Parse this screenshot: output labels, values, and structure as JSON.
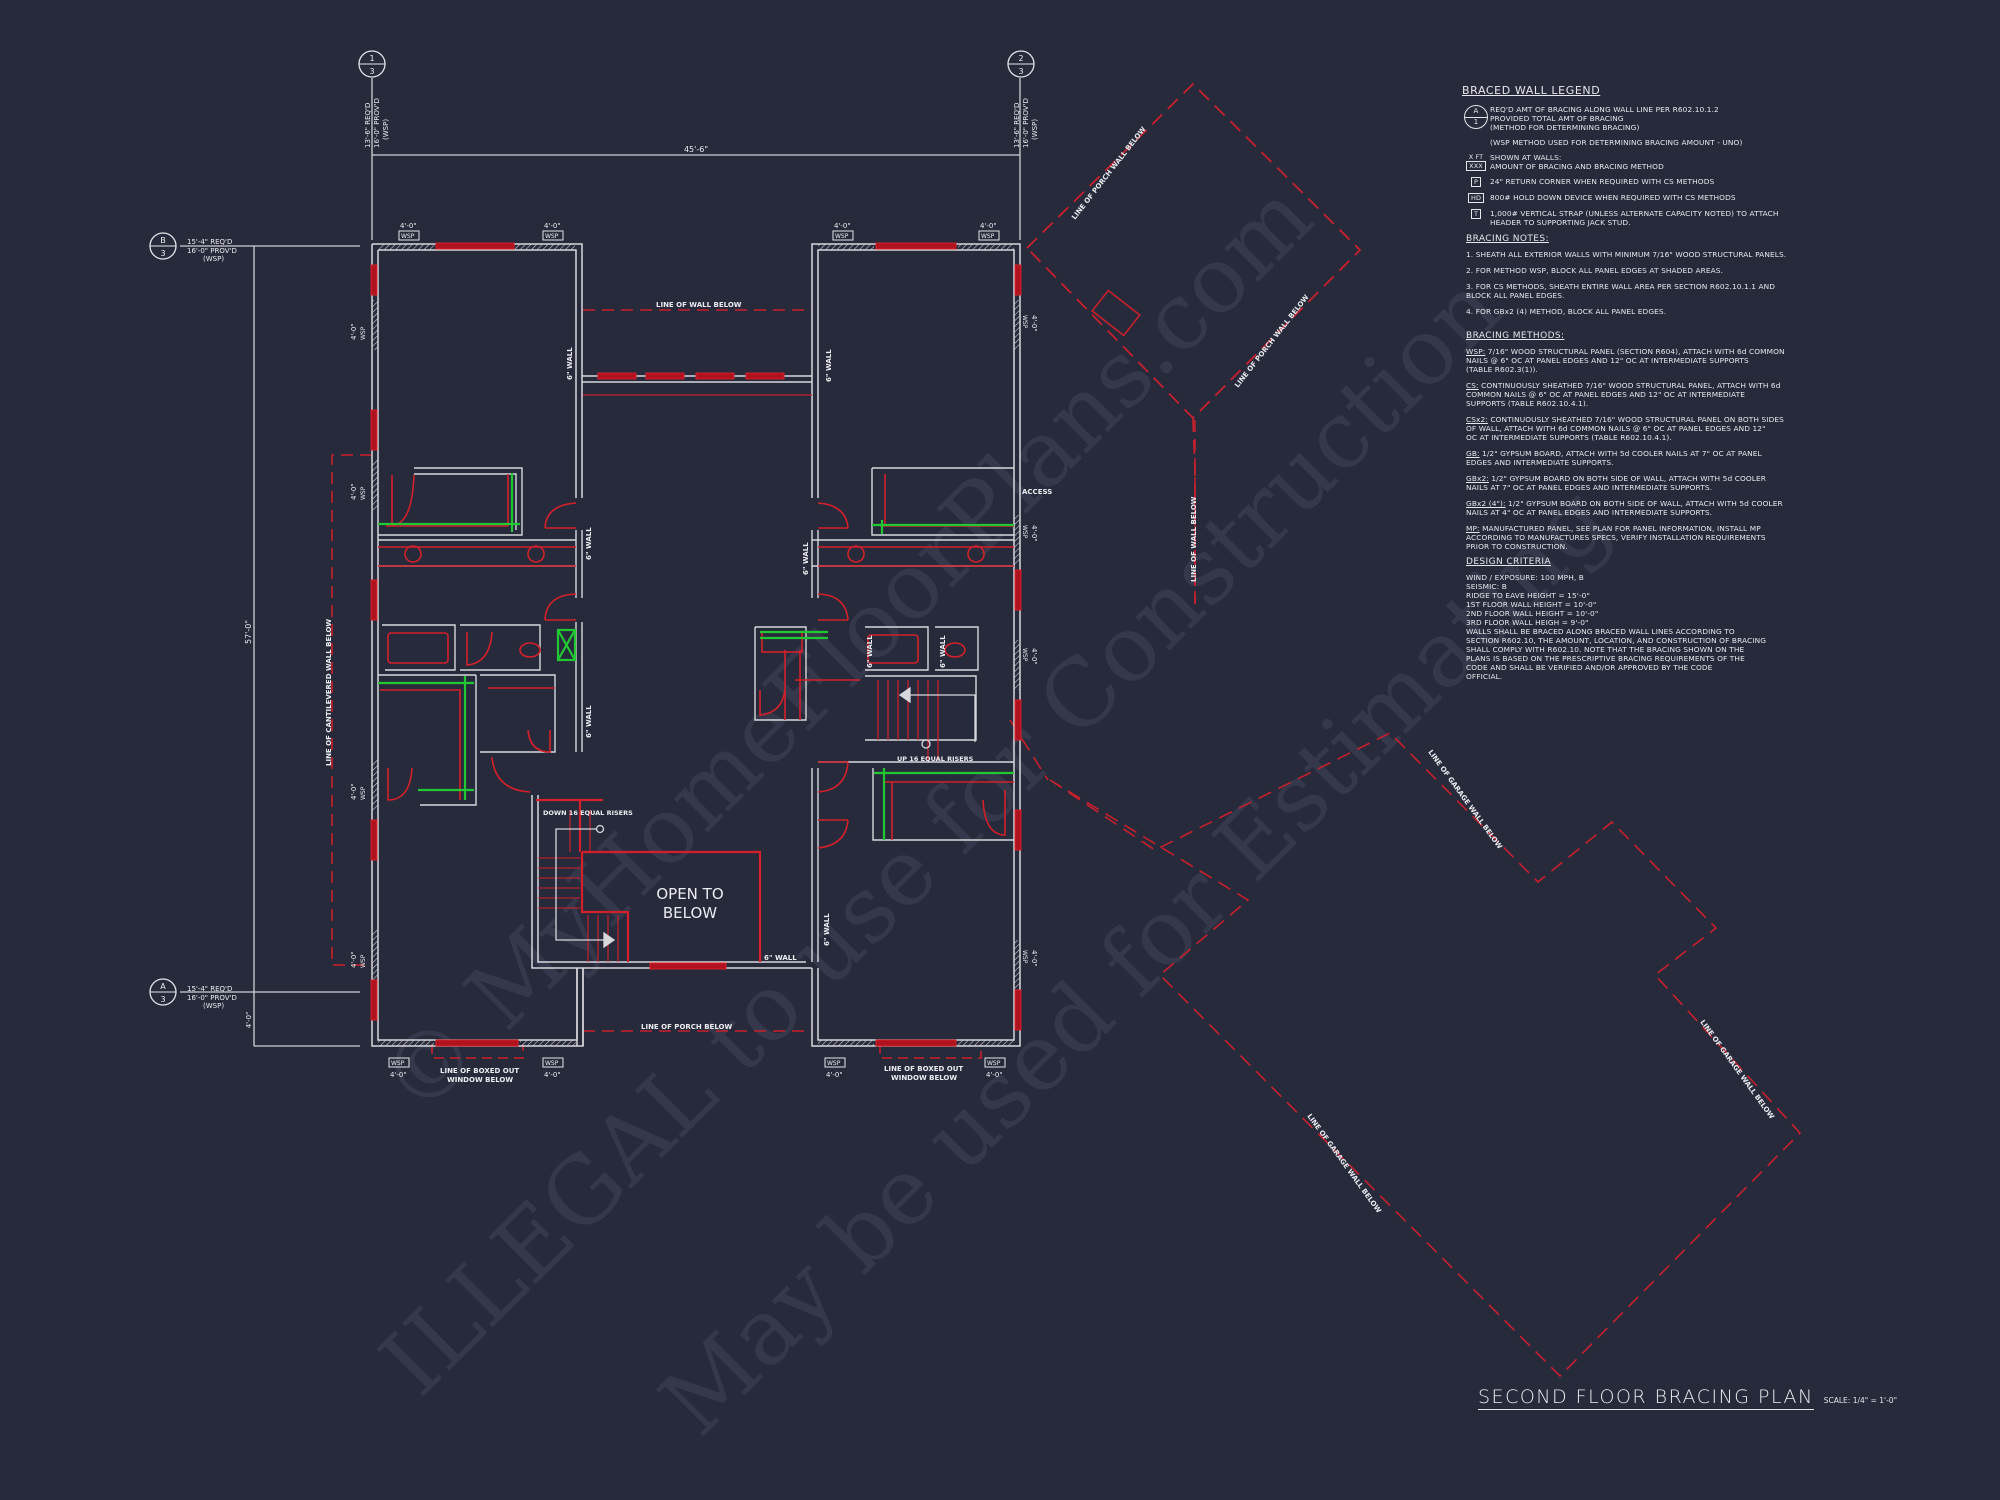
{
  "drawing": {
    "title": "SECOND FLOOR BRACING PLAN",
    "scale": "SCALE: 1/4\" = 1'-0\"",
    "colors": {
      "background": "#262a3b",
      "wall": "#d8d8dc",
      "bracing": "#c0131f",
      "fixture": "#d4202a",
      "dashed": "#c8202c",
      "green": "#22c833",
      "text": "#ececf0",
      "watermark": "#3a3e50"
    }
  },
  "grid_markers": [
    {
      "id": "1",
      "sheet": "3",
      "reqd": "13'-6\" REQ'D",
      "provd": "16'-0\" PROV'D",
      "method": "(WSP)"
    },
    {
      "id": "2",
      "sheet": "3",
      "reqd": "13'-6\" REQ'D",
      "provd": "16'-0\" PROV'D",
      "method": "(WSP)"
    },
    {
      "id": "B",
      "sheet": "3",
      "reqd": "15'-4\" REQ'D",
      "provd": "16'-0\" PROV'D",
      "method": "(WSP)"
    },
    {
      "id": "A",
      "sheet": "3",
      "reqd": "15'-4\" REQ'D",
      "provd": "16'-0\" PROV'D",
      "method": "(WSP)"
    }
  ],
  "dimensions": {
    "overall_width": "45'-6\"",
    "overall_depth": "57'-0\"",
    "offset_bottom": "4'-0\""
  },
  "panel_tag": {
    "length": "4'-0\"",
    "method": "WSP"
  },
  "plan_labels": {
    "line_of_wall_below": "LINE OF WALL BELOW",
    "six_inch_wall": "6\" WALL",
    "access": "ACCESS",
    "line_of_cantilevered_wall": "LINE OF CANTILEVERED WALL BELOW",
    "down_risers": "DOWN 16 EQUAL RISERS",
    "up_risers": "UP 16 EQUAL RISERS",
    "open_to_below_1": "OPEN TO",
    "open_to_below_2": "BELOW",
    "line_of_porch_below": "LINE OF PORCH BELOW",
    "boxed_window_1": "LINE OF BOXED OUT",
    "boxed_window_2": "WINDOW BELOW",
    "porch_wall_below": "LINE OF PORCH WALL BELOW",
    "garage_wall_below": "LINE OF GARAGE WALL BELOW"
  },
  "legend": {
    "title": "BRACED WALL LEGEND",
    "items": [
      {
        "symbol_top": "A",
        "symbol_bottom": "1",
        "text": "REQ'D AMT OF BRACING ALONG WALL LINE PER R602.10.1.2\nPROVIDED TOTAL AMT OF BRACING\n(METHOD FOR DETERMINING BRACING)"
      },
      {
        "symbol": "",
        "text": "(WSP METHOD USED FOR DETERMINING BRACING AMOUNT - UNO)"
      },
      {
        "symbol_top": "X FT",
        "symbol_box": "XXX",
        "text": "SHOWN AT WALLS:\nAMOUNT OF BRACING AND BRACING METHOD"
      },
      {
        "symbol_box": "P",
        "text": "24\" RETURN CORNER WHEN REQUIRED WITH CS METHODS"
      },
      {
        "symbol_box": "HD",
        "text": "800# HOLD DOWN DEVICE WHEN REQUIRED WITH CS METHODS"
      },
      {
        "symbol_box": "T",
        "text": "1,000# VERTICAL STRAP (UNLESS ALTERNATE CAPACITY NOTED) TO ATTACH\nHEADER TO SUPPORTING JACK STUD."
      }
    ]
  },
  "bracing_notes": {
    "title": "BRACING NOTES:",
    "items": [
      "1. SHEATH ALL EXTERIOR WALLS WITH MINIMUM 7/16\" WOOD STRUCTURAL PANELS.",
      "2. FOR METHOD WSP, BLOCK ALL PANEL EDGES AT SHADED AREAS.",
      "3. FOR CS METHODS, SHEATH ENTIRE WALL AREA PER SECTION R602.10.1.1 AND\nBLOCK ALL PANEL EDGES.",
      "4. FOR GBx2 (4) METHOD, BLOCK ALL PANEL EDGES."
    ]
  },
  "bracing_methods": {
    "title": "BRACING METHODS:",
    "items": [
      {
        "tag": "WSP:",
        "text": " 7/16\" WOOD STRUCTURAL PANEL (SECTION R604), ATTACH WITH 6d COMMON\nNAILS @ 6\" OC AT PANEL EDGES AND 12\" OC AT INTERMEDIATE SUPPORTS\n(TABLE R602.3(1))."
      },
      {
        "tag": "CS:",
        "text": " CONTINUOUSLY SHEATHED 7/16\" WOOD STRUCTURAL PANEL, ATTACH WITH 6d\nCOMMON NAILS @ 6\" OC AT PANEL EDGES AND 12\" OC AT INTERMEDIATE\nSUPPORTS (TABLE R602.10.4.1)."
      },
      {
        "tag": "CSx2:",
        "text": " CONTINUOUSLY SHEATHED 7/16\" WOOD STRUCTURAL PANEL ON BOTH SIDES\nOF WALL, ATTACH WITH 6d COMMON NAILS @ 6\" OC AT PANEL EDGES AND 12\"\nOC AT INTERMEDIATE SUPPORTS (TABLE R602.10.4.1)."
      },
      {
        "tag": "GB:",
        "text": " 1/2\" GYPSUM BOARD, ATTACH WITH 5d COOLER NAILS AT 7\" OC AT PANEL\nEDGES AND INTERMEDIATE SUPPORTS."
      },
      {
        "tag": "GBx2:",
        "text": " 1/2\" GYPSUM BOARD ON BOTH SIDE OF WALL, ATTACH WITH 5d COOLER\nNAILS AT 7\" OC AT PANEL EDGES AND INTERMEDIATE SUPPORTS."
      },
      {
        "tag": "GBx2 (4\"):",
        "text": " 1/2\" GYPSUM BOARD ON BOTH SIDE OF WALL, ATTACH WITH 5d COOLER\nNAILS AT 4\" OC AT PANEL EDGES AND INTERMEDIATE SUPPORTS."
      },
      {
        "tag": "MP:",
        "text": " MANUFACTURED PANEL, SEE PLAN FOR PANEL INFORMATION, INSTALL MP\nACCORDING TO MANUFACTURES SPECS, VERIFY INSTALLATION REQUIREMENTS\nPRIOR TO CONSTRUCTION."
      }
    ]
  },
  "design_criteria": {
    "title": "DESIGN CRITERIA",
    "text": "WIND / EXPOSURE:  100 MPH, B\nSEISMIC:  B\nRIDGE TO EAVE HEIGHT = 15'-0\"\n1ST FLOOR WALL HEIGHT = 10'-0\"\n2ND FLOOR WALL HEIGHT = 10'-0\"\n3RD FLOOR WALL HEIGH = 9'-0\"\nWALLS SHALL BE BRACED ALONG BRACED WALL LINES ACCORDING TO\nSECTION R602.10, THE AMOUNT, LOCATION, AND CONSTRUCTION OF BRACING\nSHALL COMPLY WITH R602.10. NOTE THAT THE BRACING SHOWN ON THE\nPLANS IS BASED ON THE PRESCRIPTIVE BRACING REQUIREMENTS OF THE\nCODE AND SHALL BE VERIFIED AND/OR APPROVED BY THE CODE\nOFFICIAL."
  },
  "watermark": {
    "line1": "© MyHomeFloorPlans.com",
    "line2": "ILLEGAL to use for Construction",
    "line3": "May be used for Estimating"
  }
}
